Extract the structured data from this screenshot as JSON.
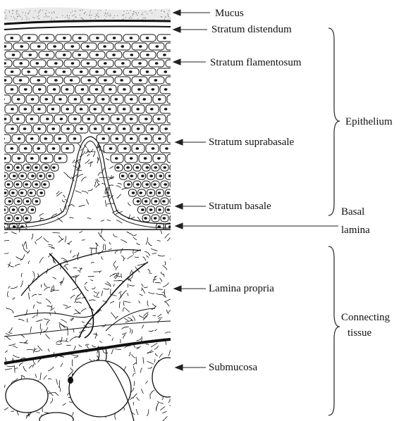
{
  "labels": {
    "mucus": "Mucus",
    "stratum_distendum": "Stratum distendum",
    "stratum_filamentosum": "Stratum flamentosum",
    "stratum_suprabasale": "Stratum suprabasale",
    "stratum_basale": "Stratum basale",
    "lamina_propria": "Lamina propria",
    "submucosa": "Submucosa",
    "epithelium": "Epithelium",
    "basal_lamina_line1": "Basal",
    "basal_lamina_line2": "lamina",
    "connecting_tissue_line1": "Connecting",
    "connecting_tissue_line2": "tissue"
  },
  "colors": {
    "ink": "#111111",
    "arrow": "#222222",
    "mucus_fill": "#e9e9e9"
  }
}
